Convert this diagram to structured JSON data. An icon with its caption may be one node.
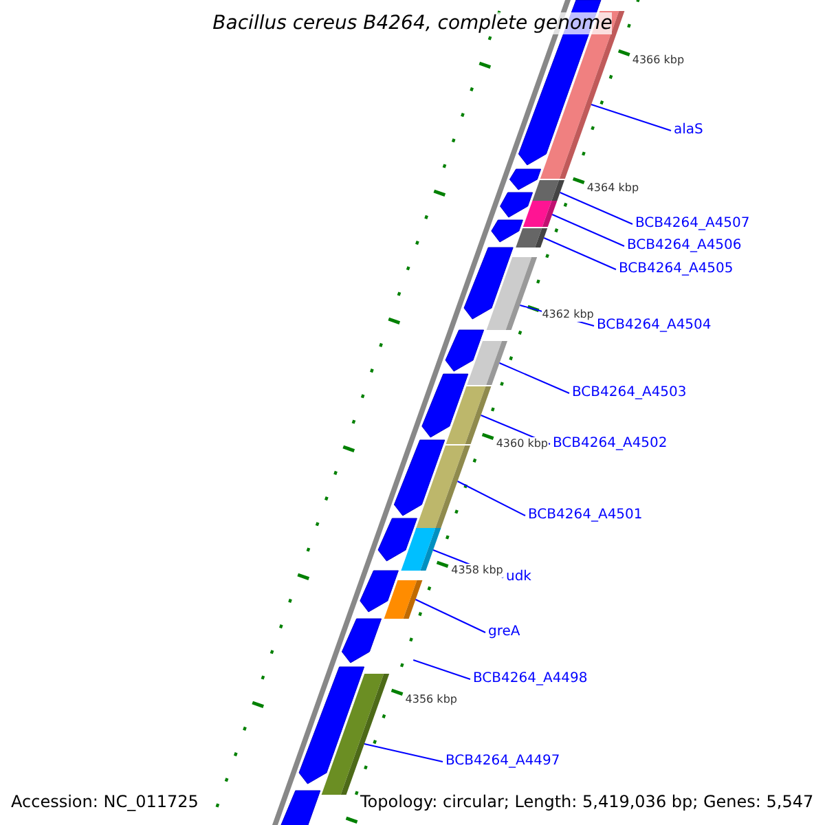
{
  "diagram": {
    "title": "Bacillus cereus B4264, complete genome",
    "nodes": [
      {
        "text": [],
        "shape": "bar"
      },
      {
        "text": [],
        "shape": "bar"
      },
      {
        "text": [],
        "shape": "bar"
      },
      {
        "text": [],
        "shape": "bar"
      },
      {
        "text": [],
        "shape": "bar"
      },
      {
        "text": [],
        "shape": "bar"
      },
      {
        "text": [],
        "shape": "bar"
      },
      {
        "text": [],
        "shape": "bar"
      },
      {
        "text": [],
        "shape": "bar"
      },
      {
        "text": [],
        "shape": "bar"
      },
      {
        "text": [],
        "shape": "bar"
      },
      {
        "text": [],
        "shape": "bar"
      },
      {
        "text": [],
        "shape": "bar"
      },
      {
        "text": [],
        "shape": "bar"
      },
      {
        "text": [],
        "shape": "bar"
      },
      {
        "text": [],
        "shape": "bar"
      },
      {
        "text": [],
        "shape": "bar"
      },
      {
        "text": [],
        "shape": "bar"
      },
      {
        "text": [],
        "shape": "bar"
      },
      {
        "text": [],
        "shape": "bar"
      },
      {
        "text": [],
        "shape": "bar"
      },
      {
        "text": [],
        "shape": "bar"
      },
      {
        "text": [],
        "shape": "bar"
      },
      {
        "text": [],
        "shape": "bar"
      },
      {
        "text": [
          "alaS"
        ]
      },
      {
        "text": [
          "BCB4264_A4507"
        ]
      },
      {
        "text": [
          "BCB4264_A4506"
        ]
      },
      {
        "text": [
          "BCB4264_A4505"
        ]
      },
      {
        "text": [
          "BCB4264_A4504"
        ]
      },
      {
        "text": [
          "BCB4264_A4503"
        ]
      },
      {
        "text": [
          "BCB4264_A4502"
        ]
      },
      {
        "text": [
          "BCB4264_A4501"
        ]
      },
      {
        "text": [
          "udk"
        ]
      },
      {
        "text": [
          "greA"
        ]
      },
      {
        "text": [
          "BCB4264_A4498"
        ]
      },
      {
        "text": [
          "BCB4264_A4497"
        ]
      }
    ],
    "edges": [
      {
        "from": 24,
        "to": 13,
        "arrow": "none"
      },
      {
        "from": 25,
        "to": 14,
        "arrow": "none"
      },
      {
        "from": 26,
        "to": 15,
        "arrow": "none"
      },
      {
        "from": 27,
        "to": 16,
        "arrow": "none"
      },
      {
        "from": 28,
        "to": 17,
        "arrow": "none"
      },
      {
        "from": 29,
        "to": 18,
        "arrow": "none"
      },
      {
        "from": 30,
        "to": 19,
        "arrow": "none"
      },
      {
        "from": 31,
        "to": 20,
        "arrow": "none"
      },
      {
        "from": 32,
        "to": 21,
        "arrow": "none"
      },
      {
        "from": 33,
        "to": 22,
        "arrow": "none"
      },
      {
        "from": 34,
        "to": null,
        "arrow": "none"
      },
      {
        "from": 35,
        "to": 23,
        "arrow": "none"
      }
    ],
    "labels": [
      "4366 kbp",
      "4364 kbp",
      "4362 kbp",
      "4360 kbp",
      "4358 kbp",
      "4356 kbp",
      "Accession: NC_011725",
      "Topology: circular; Length: 5,419,036 bp; Genes: 5,547"
    ]
  }
}
